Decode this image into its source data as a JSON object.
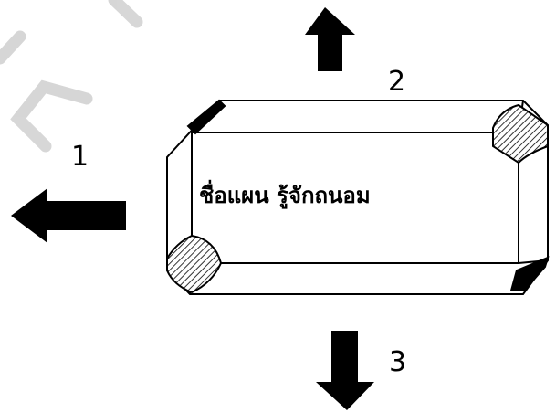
{
  "panel": {
    "title": "ชื่อแผน รู้จักถนอม"
  },
  "directions": {
    "left_label": "1",
    "up_label": "2",
    "down_label": "3"
  }
}
